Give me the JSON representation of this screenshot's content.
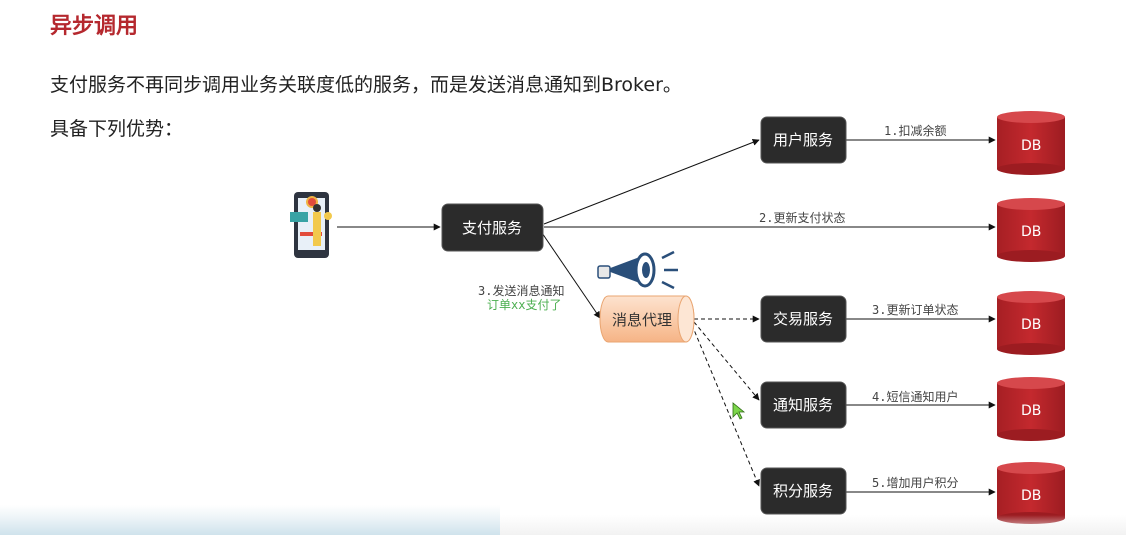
{
  "title": "异步调用",
  "intro": "支付服务不再同步调用业务关联度低的服务，而是发送消息通知到Broker。",
  "advantages_heading": "具备下列优势：",
  "nodes": {
    "pay": "支付服务",
    "broker": "消息代理",
    "user": "用户服务",
    "trade": "交易服务",
    "notify": "通知服务",
    "points": "积分服务"
  },
  "edge_labels": {
    "user": "1.扣减余额",
    "pay_status": "2.更新支付状态",
    "send_msg": "3.发送消息通知",
    "send_msg_sub": "订单xx支付了",
    "trade": "3.更新订单状态",
    "notify": "4.短信通知用户",
    "points": "5.增加用户积分"
  },
  "db_label": "DB",
  "colors": {
    "title": "#b5282e",
    "box": "#2b2b2b",
    "db": "#c0282d",
    "broker": "#f9c7a2",
    "green_text": "#4caf50"
  }
}
